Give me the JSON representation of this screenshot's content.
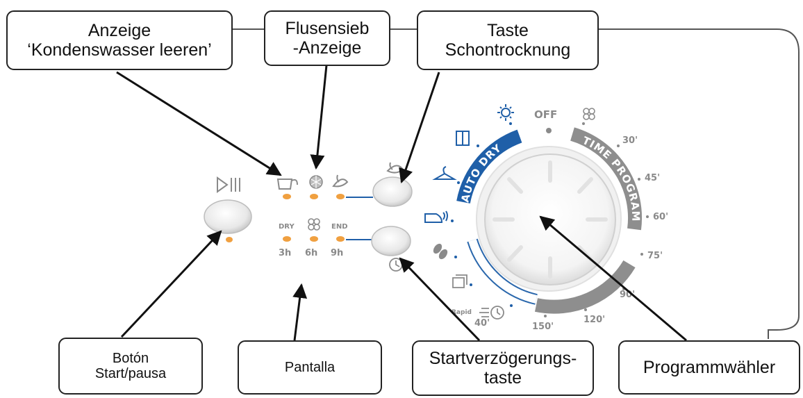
{
  "callouts": {
    "condensate": {
      "line1": "Anzeige",
      "line2": "‘Kondenswasser leeren’"
    },
    "lint_filter": {
      "line1": "Flusensieb",
      "line2": "-Anzeige"
    },
    "gentle_dry": {
      "line1": "Taste",
      "line2": "Schontrocknung"
    },
    "start_pause": {
      "line1": "Botón",
      "line2": "Start/pausa"
    },
    "display": {
      "line1": "Pantalla"
    },
    "delay": {
      "line1": "Startverzögerungs-",
      "line2": "taste"
    },
    "program_selector": {
      "line1": "Programmwähler"
    }
  },
  "panel": {
    "delay_labels": {
      "dry": "DRY",
      "end": "END"
    },
    "delay_hours": [
      "3h",
      "6h",
      "9h"
    ],
    "dial": {
      "off_label": "OFF",
      "auto_dry_label": "AUTO DRY",
      "time_program_label": "TIME PROGRAM",
      "time_marks": [
        "30'",
        "45'",
        "60'",
        "75'",
        "90'",
        "120'",
        "150'"
      ],
      "rapid_label": "Rapid",
      "rapid_time": "40'"
    }
  },
  "colors": {
    "auto_dry_blue": "#1f5fa8",
    "time_program_grey": "#8e8e8e",
    "indicator_orange": "#f0a040",
    "outline": "#222222"
  },
  "icons": [
    "play-pause-icon",
    "condenser-container-icon",
    "lint-filter-icon",
    "gentle-dry-icon",
    "fan-icon",
    "delay-clock-icon",
    "sun-icon",
    "cupboard-icon",
    "hanger-icon",
    "iron-icon",
    "shoes-icon",
    "shirts-icon",
    "rapid-clock-icon"
  ]
}
